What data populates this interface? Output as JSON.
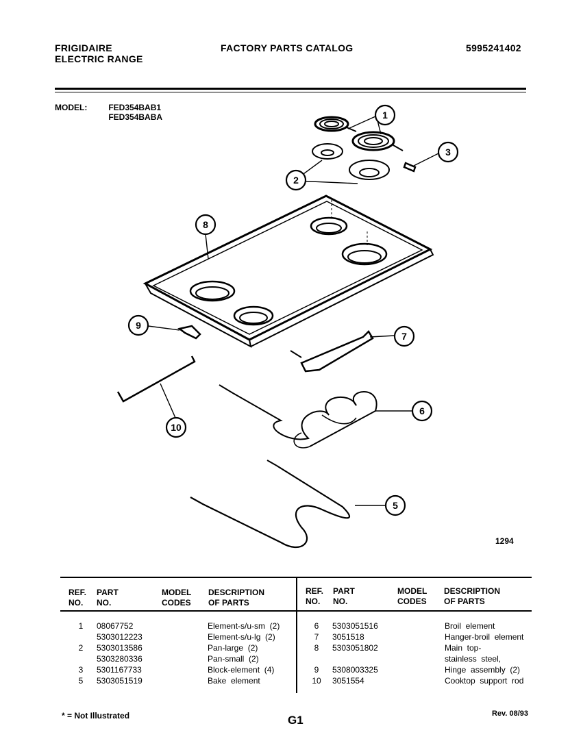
{
  "header": {
    "brand": "FRIGIDAIRE",
    "product": "ELECTRIC RANGE",
    "catalog_title": "FACTORY PARTS CATALOG",
    "catalog_number": "5995241402"
  },
  "model": {
    "label": "MODEL:",
    "values": [
      "FED354BAB1",
      "FED354BABA"
    ]
  },
  "diagram": {
    "callouts": [
      "1",
      "2",
      "3",
      "5",
      "6",
      "7",
      "8",
      "9",
      "10"
    ],
    "figure_number": "1294"
  },
  "table": {
    "headers": {
      "ref": [
        "REF.",
        "NO."
      ],
      "part": [
        "PART",
        "NO."
      ],
      "model_codes": [
        "MODEL",
        "CODES"
      ],
      "description": [
        "DESCRIPTION",
        "OF PARTS"
      ]
    },
    "left_rows": [
      {
        "ref": "1",
        "part": "08067752",
        "codes": "",
        "desc": "Element-s/u-sm  (2)"
      },
      {
        "ref": "",
        "part": "5303012223",
        "codes": "",
        "desc": "Element-s/u-lg  (2)"
      },
      {
        "ref": "2",
        "part": "5303013586",
        "codes": "",
        "desc": "Pan-large  (2)"
      },
      {
        "ref": "",
        "part": "5303280336",
        "codes": "",
        "desc": "Pan-small  (2)"
      },
      {
        "ref": "3",
        "part": "5301167733",
        "codes": "",
        "desc": "Block-element  (4)"
      },
      {
        "ref": "5",
        "part": "5303051519",
        "codes": "",
        "desc": "Bake  element"
      }
    ],
    "right_rows": [
      {
        "ref": "6",
        "part": "5303051516",
        "codes": "",
        "desc": "Broil  element"
      },
      {
        "ref": "7",
        "part": "3051518",
        "codes": "",
        "desc": "Hanger-broil  element"
      },
      {
        "ref": "8",
        "part": "5303051802",
        "codes": "",
        "desc": "Main  top-"
      },
      {
        "ref": "",
        "part": "",
        "codes": "",
        "desc": "stainless  steel,"
      },
      {
        "ref": "9",
        "part": "5308003325",
        "codes": "",
        "desc": "Hinge  assembly  (2)"
      },
      {
        "ref": "10",
        "part": "3051554",
        "codes": "",
        "desc": "Cooktop  support  rod"
      }
    ]
  },
  "footer": {
    "note": "* = Not Illustrated",
    "page": "G1",
    "revision": "Rev. 08/93"
  }
}
